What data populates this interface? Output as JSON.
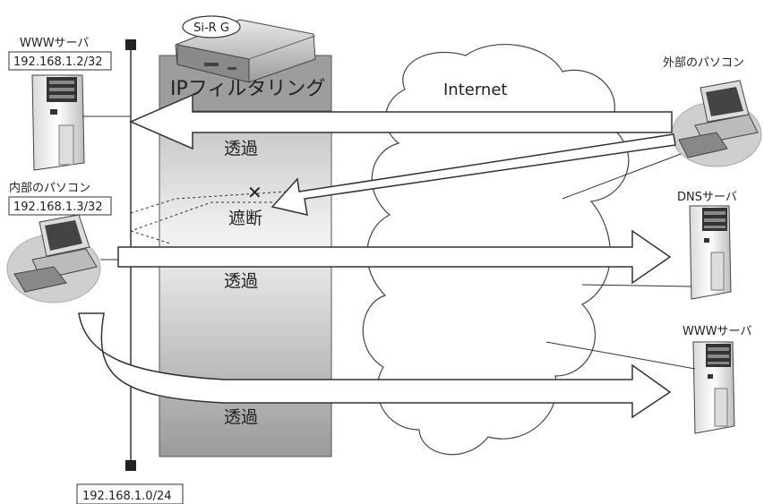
{
  "router": {
    "label": "Si-R G",
    "function_label": "IPフィルタリング"
  },
  "internet_label": "Internet",
  "hosts": {
    "www_server_internal": {
      "name": "WWWサーバ",
      "ip": "192.168.1.2/32"
    },
    "internal_pc": {
      "name": "内部のパソコン",
      "ip": "192.168.1.3/32"
    },
    "external_pc": {
      "name": "外部のパソコン"
    },
    "dns_server": {
      "name": "DNSサーバ"
    },
    "www_server_external": {
      "name": "WWWサーバ"
    }
  },
  "network_label": "192.168.1.0/24",
  "flows": [
    {
      "id": "external-to-www",
      "label": "透過"
    },
    {
      "id": "external-to-internal-pc",
      "label": "遮断",
      "mark": "✕"
    },
    {
      "id": "internal-pc-to-dns",
      "label": "透過"
    },
    {
      "id": "internal-pc-to-www",
      "label": "透過"
    }
  ],
  "colors": {
    "filter_dark": "#9a9a9a",
    "filter_light": "#e4e4e4",
    "stroke": "#333333",
    "cloud_fill": "#ffffff"
  }
}
